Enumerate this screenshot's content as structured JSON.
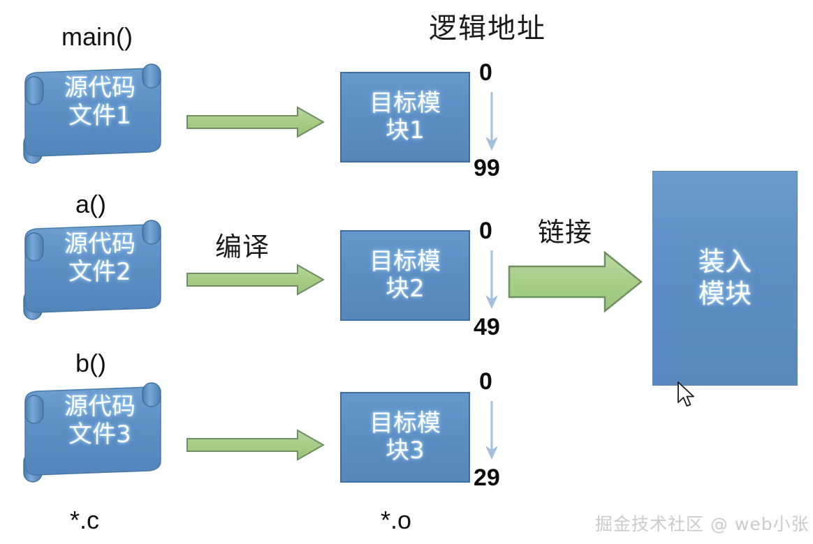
{
  "diagram": {
    "title": "逻辑地址",
    "process_labels": {
      "compile": "编译",
      "link": "链接"
    },
    "source_files": [
      {
        "fn": "main()",
        "line1": "源代码",
        "line2": "文件1"
      },
      {
        "fn": "a()",
        "line1": "源代码",
        "line2": "文件2"
      },
      {
        "fn": "b()",
        "line1": "源代码",
        "line2": "文件3"
      }
    ],
    "target_modules": [
      {
        "line1": "目标模",
        "line2": "块1",
        "addr_start": "0",
        "addr_end": "99"
      },
      {
        "line1": "目标模",
        "line2": "块2",
        "addr_start": "0",
        "addr_end": "49"
      },
      {
        "line1": "目标模",
        "line2": "块3",
        "addr_start": "0",
        "addr_end": "29"
      }
    ],
    "load_module": {
      "line1": "装入",
      "line2": "模块"
    },
    "extensions": {
      "source": "*.c",
      "object": "*.o"
    },
    "watermark": "掘金技术社区 @ web小张",
    "colors": {
      "scroll_blue": "#5b8fc4",
      "module_blue": "#5b8fc8",
      "arrow_green": "#a8cd87",
      "arrow_green_border": "#6f8f63",
      "thin_arrow_blue": "#9fbfdc",
      "text_black": "#111111",
      "watermark_gray": "#c9cbcd",
      "background": "#ffffff"
    }
  }
}
